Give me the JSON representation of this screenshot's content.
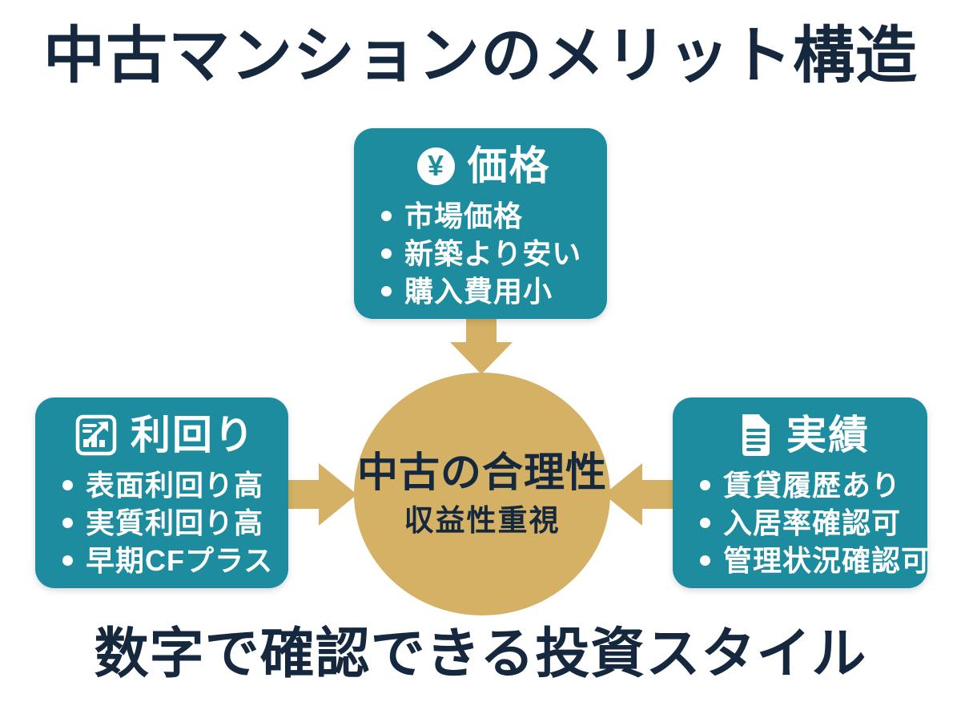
{
  "title": "中古マンションのメリット構造",
  "footer": "数字で確認できる投資スタイル",
  "boxes": [
    {
      "id": "price",
      "icon": "yen-icon",
      "icon_glyph": "¥",
      "label": "価格",
      "bullets": [
        "市場価格",
        "新築より安い",
        "購入費用小"
      ]
    },
    {
      "id": "yield",
      "icon": "chart-icon",
      "label": "利回り",
      "bullets": [
        "表面利回り高",
        "実質利回り高",
        "早期CFプラス"
      ]
    },
    {
      "id": "track-record",
      "icon": "document-icon",
      "label": "実績",
      "bullets": [
        "賃貸履歴あり",
        "入居率確認可",
        "管理状況確認可"
      ]
    }
  ],
  "center": {
    "main": "中古の合理性",
    "sub": "収益性重視"
  },
  "colors": {
    "teal": "#1d8c9f",
    "gold": "#d4b164",
    "navy": "#15283e",
    "white": "#ffffff"
  }
}
